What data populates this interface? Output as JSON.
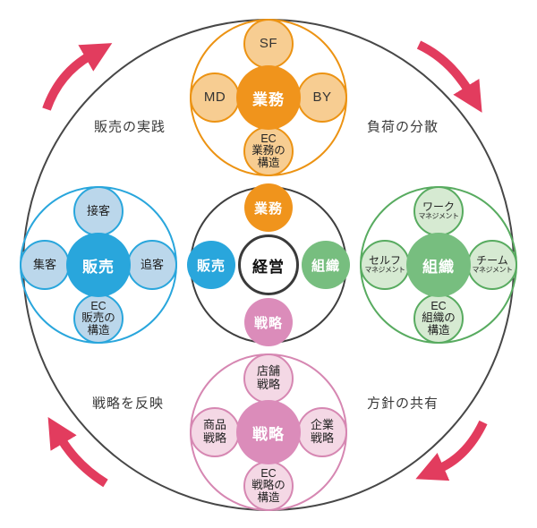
{
  "center_label": "経営",
  "inner_ring": {
    "top": "業務",
    "left": "販売",
    "right": "組織",
    "bottom": "戦略"
  },
  "corner_labels": {
    "top_left": "販売の実践",
    "top_right": "負荷の分散",
    "bottom_left": "戦略を反映",
    "bottom_right": "方針の共有"
  },
  "clusters": {
    "top": {
      "center": "業務",
      "satellites": {
        "top": [
          "SF"
        ],
        "left": [
          "MD"
        ],
        "right": [
          "BY"
        ],
        "bottom": [
          "EC",
          "業務の",
          "構造"
        ]
      }
    },
    "left": {
      "center": "販売",
      "satellites": {
        "top": [
          "接客"
        ],
        "left": [
          "集客"
        ],
        "right": [
          "追客"
        ],
        "bottom": [
          "EC",
          "販売の",
          "構造"
        ]
      }
    },
    "right": {
      "center": "組織",
      "satellites": {
        "top": [
          "ワーク",
          "マネジメント"
        ],
        "left": [
          "セルフ",
          "マネジメント"
        ],
        "right": [
          "チーム",
          "マネジメント"
        ],
        "bottom": [
          "EC",
          "組織の",
          "構造"
        ]
      }
    },
    "bottom": {
      "center": "戦略",
      "satellites": {
        "top": [
          "店舗",
          "戦略"
        ],
        "left": [
          "商品",
          "戦略"
        ],
        "right": [
          "企業",
          "戦略"
        ],
        "bottom": [
          "EC",
          "戦略の",
          "構造"
        ]
      }
    }
  },
  "colors": {
    "orange_solid": "#F0941C",
    "orange_light": "#F7CD92",
    "orange_border": "#EC9313",
    "blue_solid": "#29A6DC",
    "blue_light": "#BBD7EB",
    "green_solid": "#77BE7F",
    "green_light": "#D6EAD2",
    "green_border": "#58AB60",
    "pink_solid": "#DB8CBA",
    "pink_light": "#F4D8E5",
    "pink_border": "#D687B2",
    "arrow_red": "#E23C5E",
    "outline_dark": "#404040"
  },
  "rotation_direction": "clockwise"
}
